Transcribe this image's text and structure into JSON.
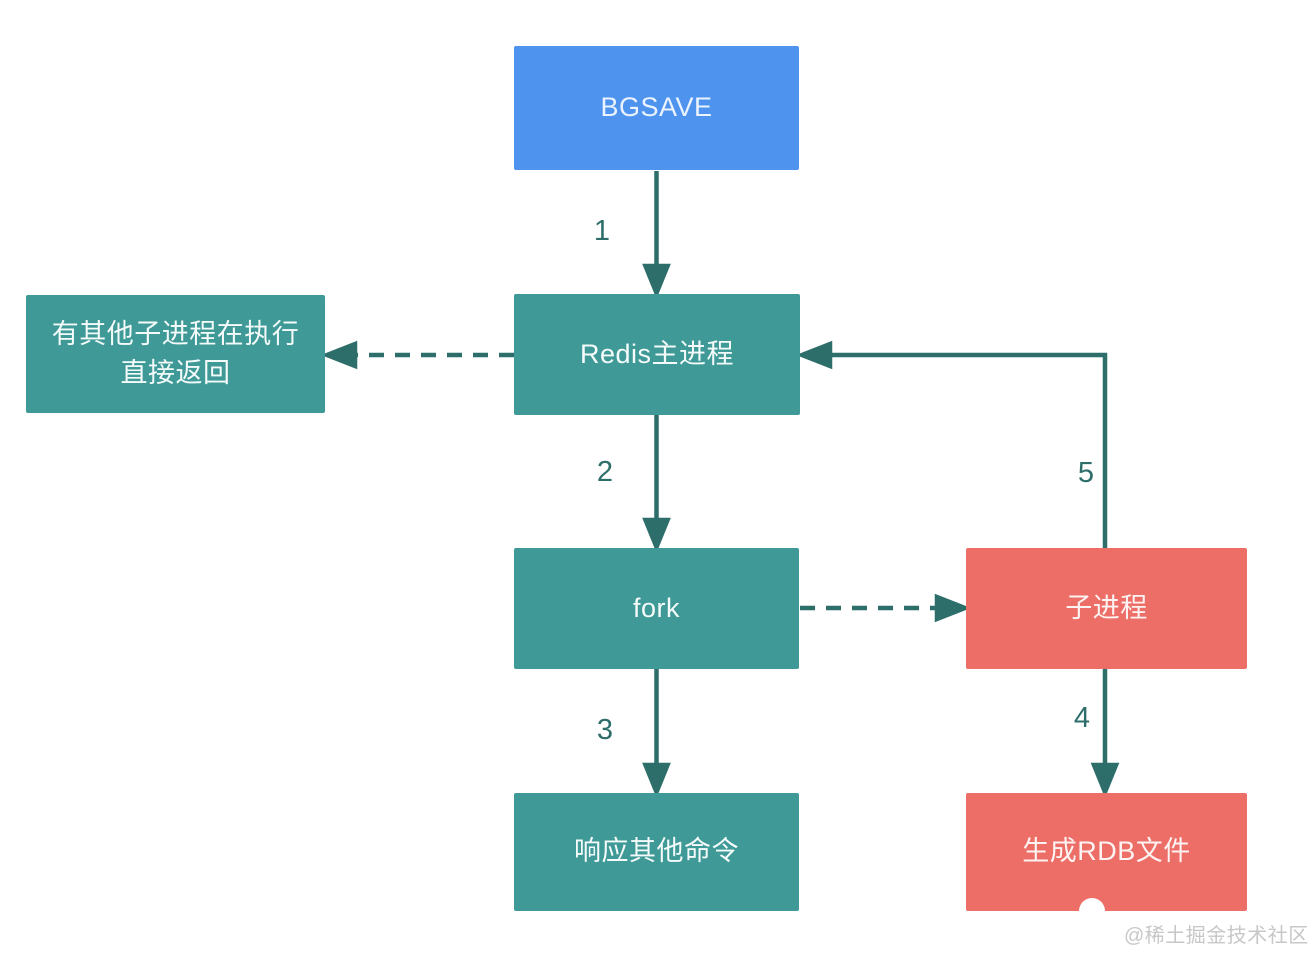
{
  "nodes": {
    "bgsave": {
      "label": "BGSAVE"
    },
    "redis_main": {
      "label": "Redis主进程"
    },
    "busy_return": {
      "label": "有其他子进程在执行\n直接返回"
    },
    "fork": {
      "label": "fork"
    },
    "child_process": {
      "label": "子进程"
    },
    "respond_other": {
      "label": "响应其他命令"
    },
    "generate_rdb": {
      "label": "生成RDB文件"
    }
  },
  "edge_labels": {
    "step1": "1",
    "step2": "2",
    "step3": "3",
    "step4": "4",
    "step5": "5"
  },
  "watermark": "@稀土掘金技术社区",
  "colors": {
    "command_blue": "#4e93ee",
    "process_teal": "#3f9997",
    "child_coral": "#ec6e67",
    "wire_dark_teal": "#2d6e6b",
    "watermark_gray": "#c7c7c7"
  }
}
